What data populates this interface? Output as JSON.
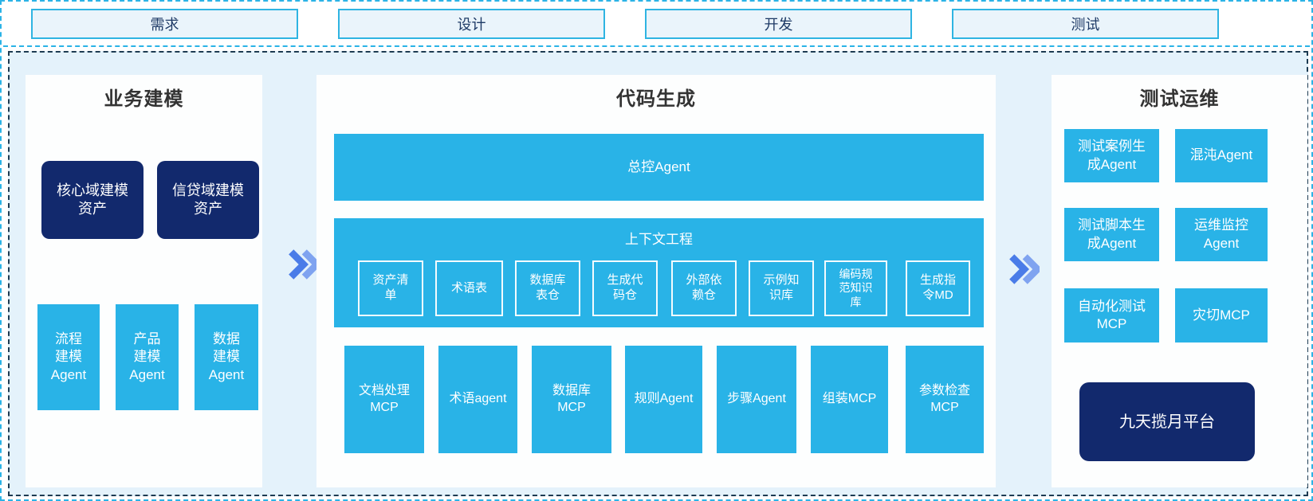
{
  "phases": [
    "需求",
    "设计",
    "开发",
    "测试"
  ],
  "panels": {
    "business": {
      "title": "业务建模",
      "assets": [
        "核心域建模\n资产",
        "信贷域建模\n资产"
      ],
      "agents": [
        "流程\n建模\nAgent",
        "产品\n建模\nAgent",
        "数据\n建模\nAgent"
      ]
    },
    "codegen": {
      "title": "代码生成",
      "master_agent": "总控Agent",
      "context": {
        "title": "上下文工程",
        "items": [
          "资产清\n单",
          "术语表",
          "数据库\n表仓",
          "生成代\n码仓",
          "外部依\n赖仓",
          "示例知\n识库",
          "编码规\n范知识\n库",
          "生成指\n令MD"
        ]
      },
      "tools": [
        "文档处理\nMCP",
        "术语agent",
        "数据库\nMCP",
        "规则Agent",
        "步骤Agent",
        "组装MCP",
        "参数检查\nMCP"
      ]
    },
    "testops": {
      "title": "测试运维",
      "boxes": [
        "测试案例生\n成Agent",
        "混沌Agent",
        "测试脚本生\n成Agent",
        "运维监控\nAgent",
        "自动化测试\nMCP",
        "灾切MCP"
      ],
      "platform": "九天揽月平台"
    }
  },
  "colors": {
    "cyan": "#29b3e7",
    "navy": "#12296d",
    "light_blue_bg": "#e4f2fb",
    "strip_box_bg": "#eaf4fb",
    "strip_border": "#2fb4e2",
    "outer_dash": "#2bb3e6",
    "inner_dash": "#1d3b52",
    "chevron_front": "#4a7ce8",
    "chevron_back": "#7fa3f0"
  }
}
